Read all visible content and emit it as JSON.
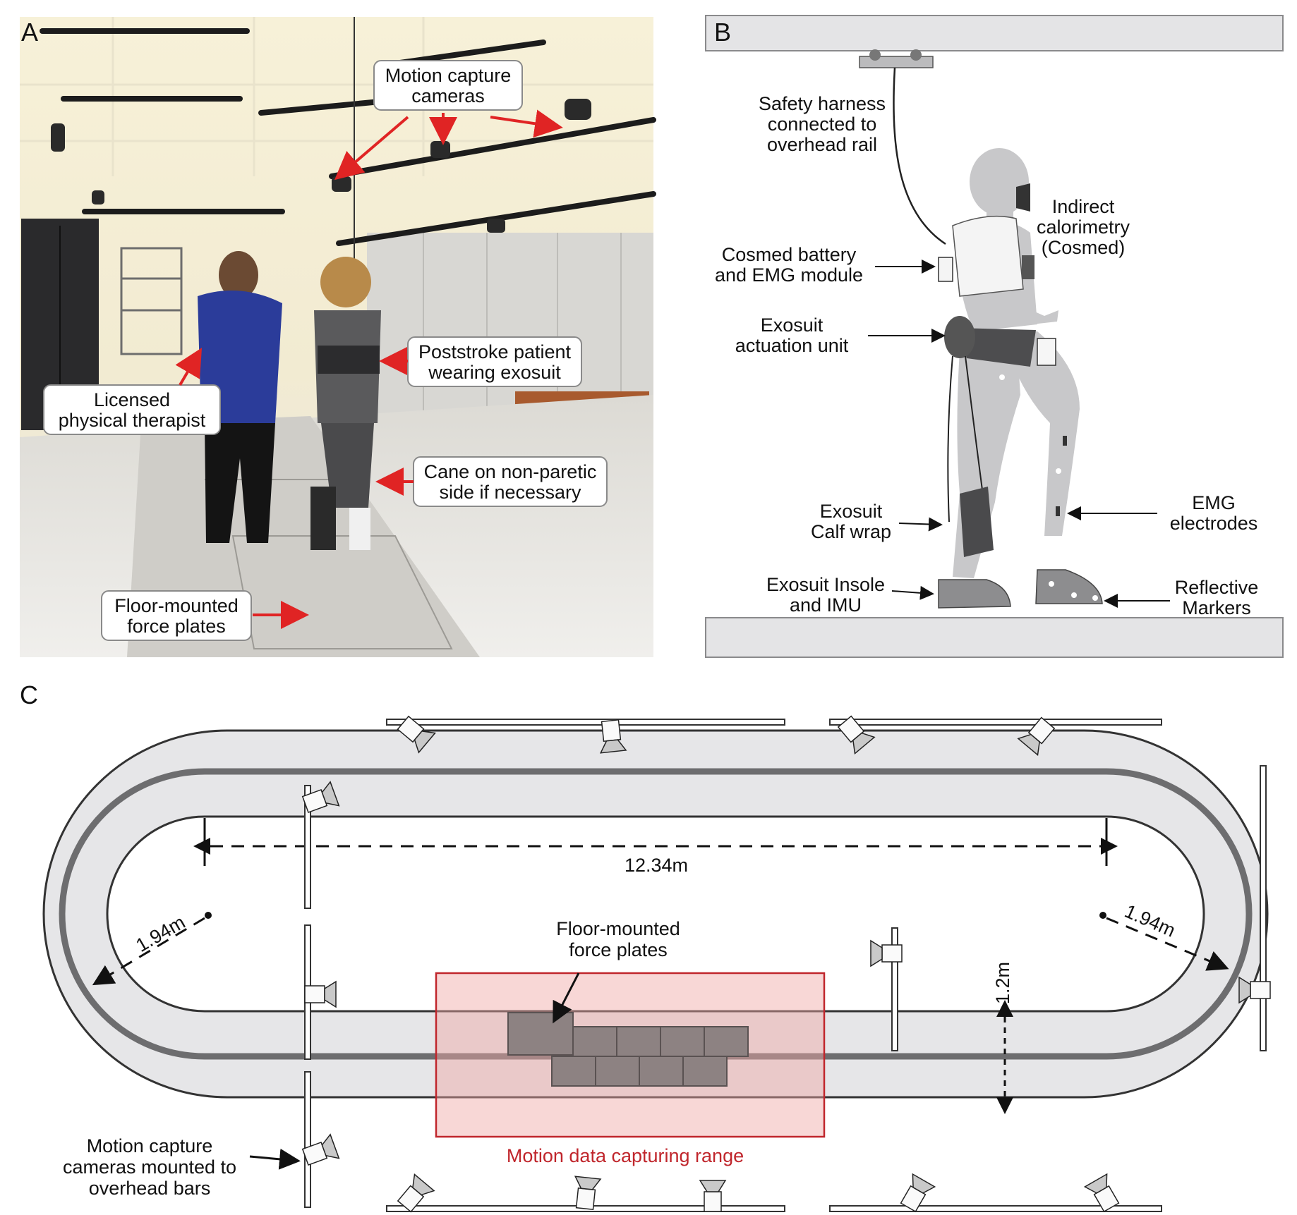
{
  "panels": {
    "a": {
      "letter": "A"
    },
    "b": {
      "letter": "B"
    },
    "c": {
      "letter": "C"
    }
  },
  "photo_labels": {
    "motion_capture": [
      "Motion capture",
      "cameras"
    ],
    "poststroke": [
      "Poststroke patient",
      "wearing exosuit"
    ],
    "therapist": [
      "Licensed",
      "physical therapist"
    ],
    "cane": [
      "Cane on non-paretic",
      "side if necessary"
    ],
    "force_plates": [
      "Floor-mounted",
      "force plates"
    ]
  },
  "setup_labels": {
    "harness": [
      "Safety harness",
      "connected to",
      "overhead rail"
    ],
    "calorimetry": [
      "Indirect",
      "calorimetry",
      "(Cosmed)"
    ],
    "cosmed_battery": [
      "Cosmed battery",
      "and EMG module"
    ],
    "actuation": [
      "Exosuit",
      "actuation unit"
    ],
    "calf_wrap": [
      "Exosuit",
      "Calf wrap"
    ],
    "emg": [
      "EMG",
      "electrodes"
    ],
    "insole": [
      "Exosuit Insole",
      "and IMU"
    ],
    "markers": [
      "Reflective",
      "Markers"
    ]
  },
  "track_labels": {
    "straight_length": "12.34m",
    "radius_left": "1.94m",
    "radius_right": "1.94m",
    "lane_width": "1.2m",
    "force_plates": [
      "Floor-mounted",
      "force plates"
    ],
    "capture_range": "Motion data capturing range",
    "cameras": [
      "Motion capture",
      "cameras mounted to",
      "overhead bars"
    ]
  },
  "colors": {
    "arrow_red": "#e02424",
    "capture_range": "#c0262c",
    "track_fill": "#e6e6e8",
    "track_line": "#6d6d6f",
    "force_plate": "#8d8282",
    "figure_fill": "#c8c8ca"
  }
}
